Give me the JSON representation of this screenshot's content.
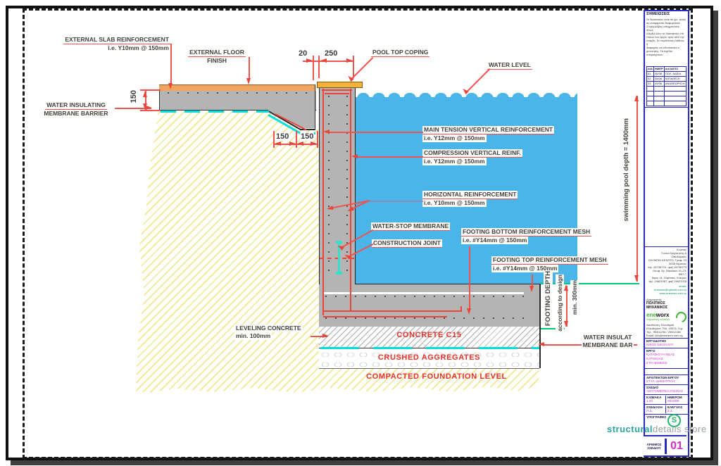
{
  "colors": {
    "water": "#4ab5e9",
    "concrete": "#b4b4b4",
    "soil_hatch": "#efe88e",
    "membrane_cyan": "#00dede",
    "annotation_red": "#e8453c",
    "dim_green": "#00c878",
    "titleblock_blue": "#2a2ac0",
    "magenta": "#cc2fcc",
    "brand_teal": "#2ba3a3",
    "brand_green": "#25b36b",
    "finish_orange": "#f2a45f",
    "coping_yellow": "#f5b13e"
  },
  "callouts": {
    "external_slab_reinforcement": {
      "line1": "EXTERNAL SLAB REINFORCEMENT",
      "line2": "i.e. Y10mm @ 150mm"
    },
    "external_floor_finish": {
      "line1": "EXTERNAL FLOOR",
      "line2": "FINISH"
    },
    "water_insulating_left": {
      "line1": "WATER INSULATING",
      "line2": "MEMBRANE BARRIER"
    },
    "pool_top_coping": {
      "label": "POOL TOP COPING"
    },
    "water_level": {
      "label": "WATER LEVEL"
    },
    "main_tension": {
      "line1": "MAIN TENSION VERTICAL REINFORCEMENT",
      "line2": "i.e. Y12mm @ 150mm"
    },
    "compression": {
      "line1": "COMPRESSION VERTICAL REINF.",
      "line2": "i.e. Y12mm @ 150mm"
    },
    "horizontal_reinf": {
      "line1": "HORIZONTAL REINFORCEMENT",
      "line2": "i.e. Y10mm @ 150mm"
    },
    "water_stop": {
      "label": "WATER-STOP MEMBRANE"
    },
    "construction_joint": {
      "label": "CONSTRUCTION JOINT"
    },
    "footing_bottom": {
      "line1": "FOOTING BOTTOM REINFORCEMENT MESH",
      "line2": "i.e. #Y14mm @ 150mm"
    },
    "footing_top": {
      "line1": "FOOTING TOP REINFORCEMENT MESH",
      "line2": "i.e. #Y14mm @ 150mm"
    },
    "leveling_concrete": {
      "line1": "LEVELING CONCRETE",
      "line2": "min. 100mm"
    },
    "water_insulat_right": {
      "line1": "WATER INSULAT",
      "line2": "MEMBRANE BAR"
    },
    "footing_depth": {
      "line1": "FOOTING DEPTH",
      "line2": "according to design",
      "line3": "min. 300mm"
    },
    "pool_depth": "swimming pool depth = 1400mm"
  },
  "layer_texts": {
    "concrete_c15": "CONCRETE C15",
    "crushed_aggregates": "CRUSHED AGGREGATES",
    "compacted": "COMPACTED FOUNDATION LEVEL"
  },
  "dimensions": {
    "slab_thickness": "150",
    "joint_gap": "20",
    "wall_width": "250",
    "step_a": "150",
    "step_b": "150"
  },
  "titleblock": {
    "notes_title": "ΣΗΜΕΙΩΣΕΙΣ",
    "notes_lines": [
      "Οι διαστάσεις είναι σε χιλ. εκτός",
      "αν αναφέρεται διαφορετικά.",
      "Ο εργολάβος υποχρεούται όπως",
      "ελέγξει όλες τις διαστάσεις επί",
      "τόπου του έργου πριν από την",
      "έναρξη. Σε περίπτωση λάθους ή",
      "διαφοράς να ειδοποιείται ο",
      "μελετητής. Τα σχέδια υπερισχύουν."
    ],
    "table": {
      "headers": [
        "Α/Α",
        "ΗΜΕΡ",
        "ΑΛΛΑΓΕΣ"
      ],
      "rows": [
        [
          "01",
          "06/08",
          "ΠΟΛ. ΑΔΕΙΑ"
        ],
        [
          "02",
          "08/08",
          "ΚΑΤΑΘΕΣΗ"
        ],
        [
          "03",
          "09/08",
          "ΑΝΑΘΕΩΡΗΣΗ"
        ]
      ]
    },
    "company": {
      "contact_lines": [
        "Κώστας",
        "Γενικό Εργολήπτη & Οικοδομικές",
        "ΟΛΥΜΠΙΟ ΚΕΝΤΡΟ, Γραφ. 23",
        "3035 Λεμεσός",
        "τηλ. 25736776 - φαξ 25736779",
        "Λεωφ. Αγ. Νικολάου 41-23, Φ57-7",
        "Άγιος 41, Λάρνακα, Κύπρος",
        "τηλ. 24621087, φαξ 24621218"
      ],
      "email_line": "email: eneworx@cytanet.com.cy",
      "web_line": "www.eneworx.com.cy",
      "role_label": "Διαχειριστής",
      "role": "ΠΟΛΙΤΙΚΟΣ ΜΗΧΑΝΙΚΟΣ",
      "brand_ene": "ene",
      "brand_worx": "worx",
      "brand_sub": "engineering solutions",
      "address_lines": [
        "Διεύθυνση: Ελευθερία",
        "Ελευθερίων 79Α, 49073, Γερ.",
        "Τηλ.: 99401236 / 25542158",
        "Email: info@eneworx.com.cy"
      ]
    },
    "fields": {
      "client_label": "ΕΡΓΟΔΟΤΗΣ",
      "client": "ΝΙΚΟΣ ΝΙΚΟΛΑΟΥ",
      "project_label": "ΕΡΓΟ",
      "project1": "ΚΑΤΑΣΚΕΥΗ ΝΕΑΣ ΚΑΤΟΙΚΙΑΣ",
      "project2": "ΣΤΗ ΛΕΜΕΣΟ",
      "architect_label": "ΑΡΧΙΤΕΚΤΩΝ ΕΡΓΟΥ",
      "architect": "ΣΤΥΛ. ΔΗΜΗΤΡΙΟΥ",
      "drawing_label": "ΣΧΕΔΙΟ",
      "drawing": "ΛΕΠΤΟΜΕΡΕΙΑ ΠΙΣΙΝΑΣ",
      "scale_label": "ΚΛΙΜΑΚΑ",
      "scale": "1:20",
      "date_label": "ΗΜΕΡΟΜ",
      "date": "09/2008",
      "design_label": "ΣΧΕΔΙΑΣΗ",
      "design": "Π.Δ.",
      "check_label": "ΕΛΕΓΧΟΣ",
      "check": "Σ.Σ.",
      "signatures_label": "ΥΠΟΓΡΑΦΕΣ",
      "number_label1": "ΑΡΙΘΜΟΣ",
      "number_label2": "ΣΧΕΔΙΟΥ",
      "number": "01"
    }
  },
  "brand": {
    "s_mark": "S",
    "structural": "structural",
    "details_store": "details store"
  }
}
